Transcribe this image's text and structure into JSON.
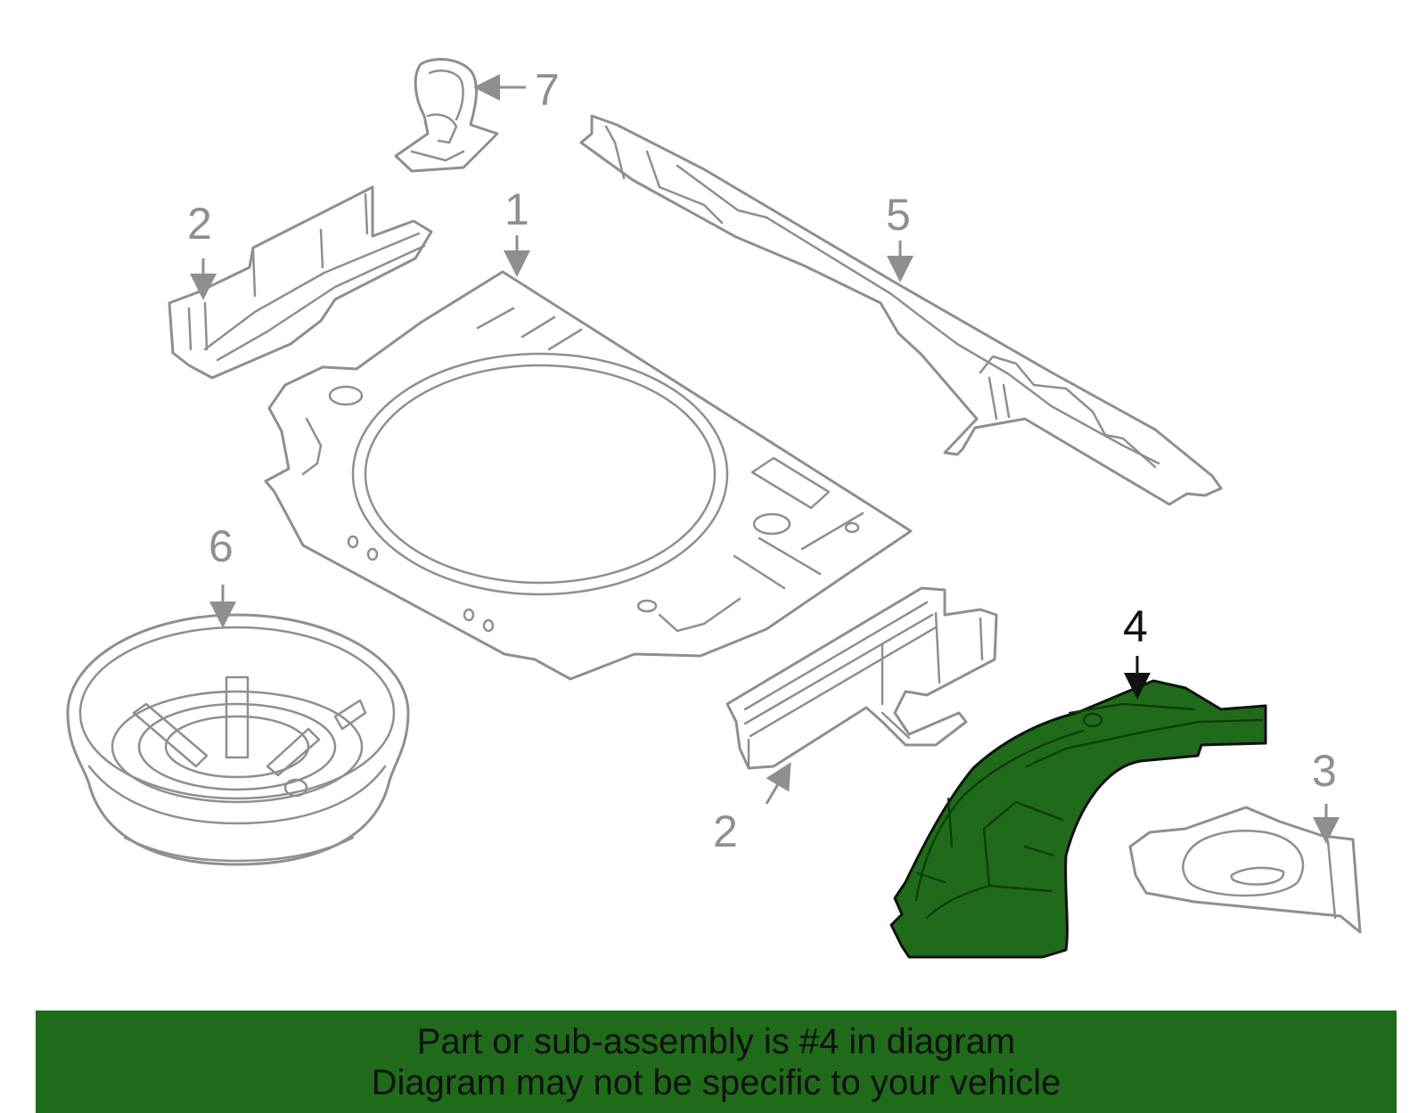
{
  "callouts": {
    "c1": "1",
    "c2a": "2",
    "c2b": "2",
    "c3": "3",
    "c4": "4",
    "c5": "5",
    "c6": "6",
    "c7": "7"
  },
  "highlighted_part": "4",
  "colors": {
    "highlight": "#1f6b1a",
    "line": "#8f8f8f"
  },
  "banner": {
    "line1": "Part or sub-assembly is #4 in diagram",
    "line2": "Diagram may not be specific to your vehicle"
  }
}
